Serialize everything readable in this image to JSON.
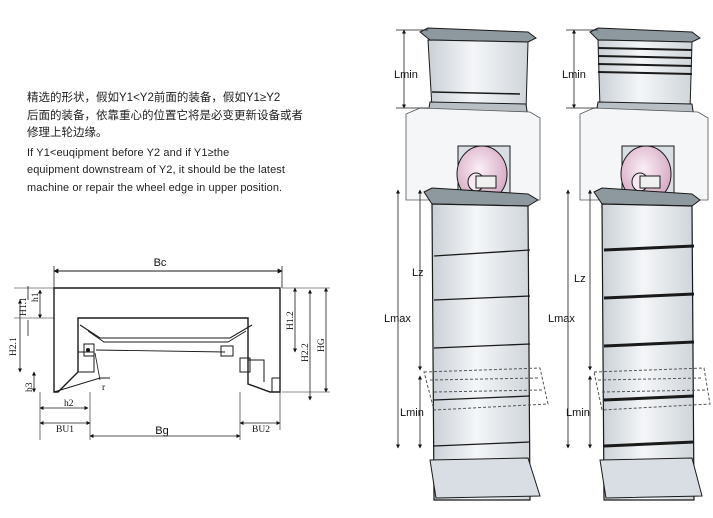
{
  "description": {
    "zh_line1": "精选的形状，假如Y1<Y2前面的装备，假如Y1≥Y2",
    "zh_line2": "后面的装备，依靠重心的位置它将是必变更新设备或者",
    "zh_line3": "修理上轮边缘。",
    "en_line1": "If Y1<euqipment before Y2 and if Y1≥the",
    "en_line2": "equipment downstream of Y2, it should be the latest",
    "en_line3": "machine or repair the wheel edge in upper position."
  },
  "gantry_labels": {
    "bc": "Bc",
    "bg": "Bg",
    "bu1": "BU1",
    "bu2": "BU2",
    "h1": "h1",
    "h2": "h2",
    "h3": "h3",
    "h2_1": "H2.1",
    "h1_1": "H1.1",
    "h1_2": "H1.2",
    "h2_2": "H2.2",
    "hg": "HG",
    "r": "r"
  },
  "cover_labels": {
    "left": {
      "lmin_top": "Lmin",
      "lz": "Lz",
      "lmax": "Lmax",
      "lmin_bottom": "Lmin"
    },
    "right": {
      "lmin_top": "Lmin",
      "lz": "Lz",
      "lmax": "Lmax",
      "lmin_bottom": "Lmin"
    }
  },
  "colors": {
    "line": "#1a1a1a",
    "cover_body": "#e6eaee",
    "pulley": "#e8c9dc",
    "shade": "#9aa4ad"
  }
}
